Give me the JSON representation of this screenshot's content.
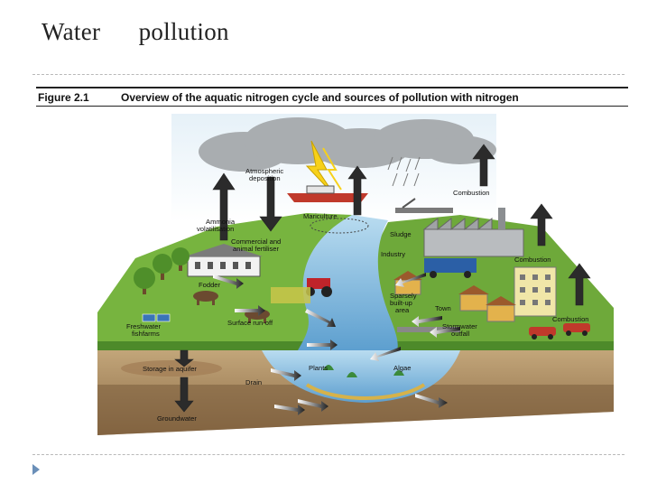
{
  "slide": {
    "title": "Water      pollution"
  },
  "figure": {
    "number": "Figure 2.1",
    "caption": "Overview of the aquatic nitrogen cycle and sources of pollution with nitrogen"
  },
  "labels": {
    "atmospheric": "Atmospheric",
    "deposition": "deposition",
    "combustion_top": "Combustion",
    "ammonia": "Ammonia",
    "volatilisation": "volatilisation",
    "mariculture": "Mariculture",
    "sludge": "Sludge",
    "fertiliser_1": "Commercial and",
    "fertiliser_2": "animal fertiliser",
    "industry": "Industry",
    "combustion_mid": "Combustion",
    "fodder": "Fodder",
    "sparse_1": "Sparsely",
    "sparse_2": "built-up",
    "sparse_3": "area",
    "town": "Town",
    "fishfarms_1": "Freshwater",
    "fishfarms_2": "fishfarms",
    "runoff": "Surface run-off",
    "combustion_low": "Combustion",
    "stormwater_1": "Stormwater",
    "stormwater_2": "outfall",
    "aquifer": "Storage in aquifer",
    "plants": "Plants",
    "algae": "Algae",
    "drain": "Drain",
    "groundwater": "Groundwater"
  },
  "colors": {
    "cloud": "#a9adb0",
    "water": "#8fc0e0",
    "land_grass": "#77b43f",
    "soil": "#b89a6e",
    "arrow": "#222222"
  }
}
